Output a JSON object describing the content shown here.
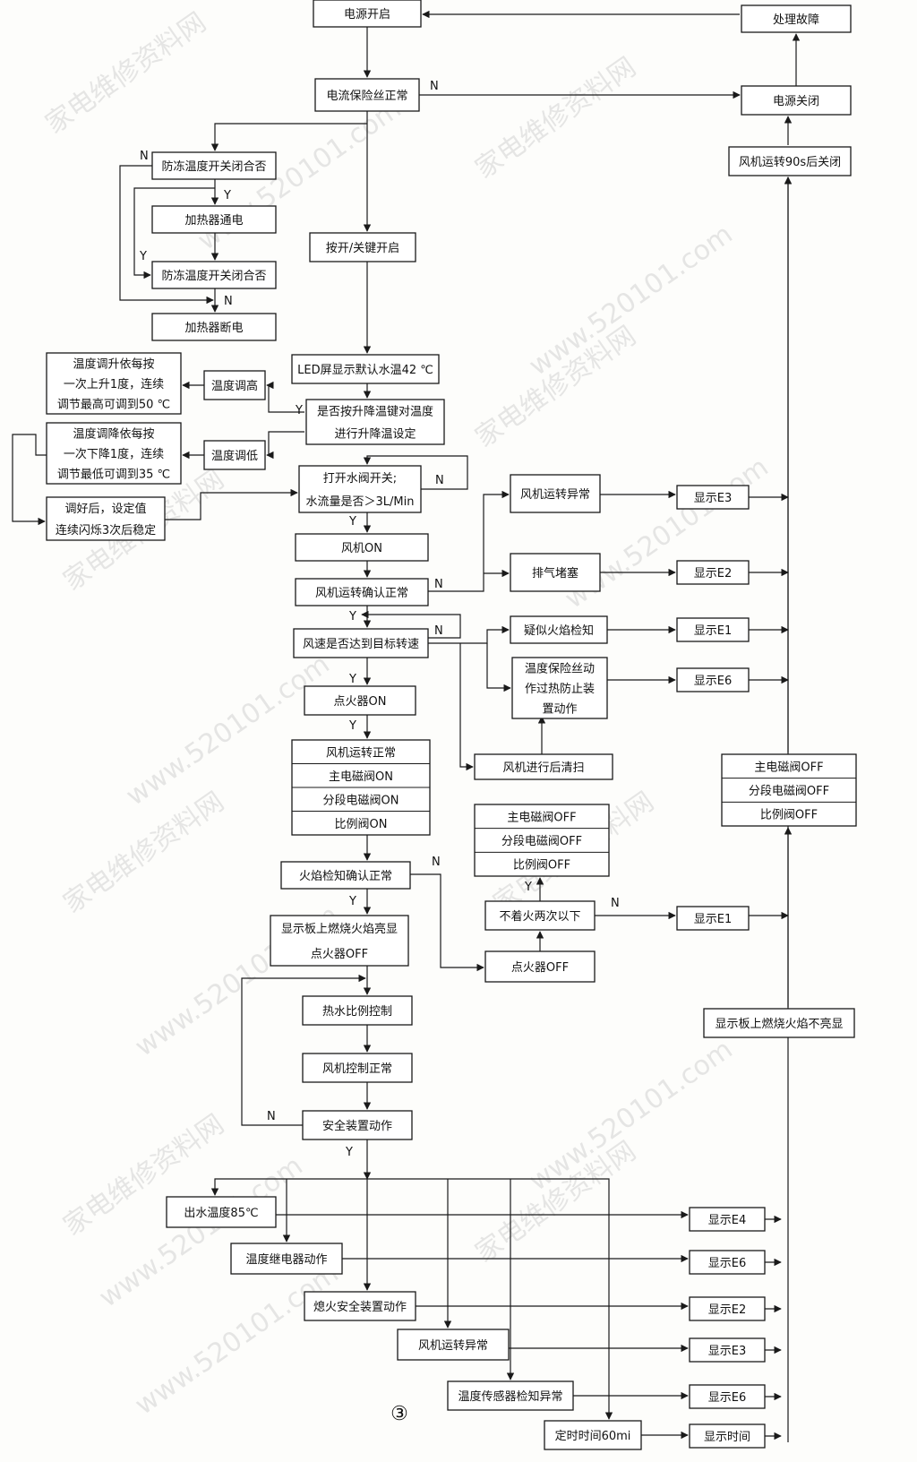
{
  "page_number": "③",
  "watermarks": [
    "家电维修资料网",
    "www.520101.com"
  ],
  "nodes": {
    "power_on": "电源开启",
    "fault": "处理故障",
    "fuse_ok": "电流保险丝正常",
    "power_off": "电源关闭",
    "fan_90s": "风机运转90s后关闭",
    "antifreeze1": "防冻温度开关闭合否",
    "heater_on": "加热器通电",
    "antifreeze2": "防冻温度开关闭合否",
    "heater_off": "加热器断电",
    "key_on": "按开/关键开启",
    "led_default": "LED屏显示默认水温42 ℃",
    "temp_up_note": [
      "温度调升依每按",
      "一次上升1度，连续",
      "调节最高可调到50 ℃"
    ],
    "temp_up": "温度调高",
    "set_temp": [
      "是否按升降温键对温度",
      "进行升降温设定"
    ],
    "temp_down_note": [
      "温度调降依每按",
      "一次下降1度，连续",
      "调节最低可调到35 ℃"
    ],
    "temp_down": "温度调低",
    "confirm_blink": [
      "调好后，设定值",
      "连续闪烁3次后稳定"
    ],
    "water_valve": [
      "打开水阀开关;",
      "水流量是否＞3L/Min"
    ],
    "fan_abnormal1": "风机运转异常",
    "show_e3_a": "显示E3",
    "fan_on": "风机ON",
    "exhaust_block": "排气堵塞",
    "show_e2_a": "显示E2",
    "fan_run_ok": "风机运转确认正常",
    "flame_false": "疑似火焰检知",
    "show_e1_a": "显示E1",
    "wind_speed": "风速是否达到目标转速",
    "fuse_action": [
      "温度保险丝动",
      "作过热防止装",
      "置动作"
    ],
    "show_e6_a": "显示E6",
    "igniter_on": "点火器ON",
    "post_purge": "风机进行后清扫",
    "valves_on": [
      "风机运转正常",
      "主电磁阀ON",
      "分段电磁阀ON",
      "比例阀ON"
    ],
    "valves_off_r": [
      "主电磁阀OFF",
      "分段电磁阀OFF",
      "比例阀OFF"
    ],
    "valves_off_m": [
      "主电磁阀OFF",
      "分段电磁阀OFF",
      "比例阀OFF"
    ],
    "flame_ok": "火焰检知确认正常",
    "retry": "不着火两次以下",
    "show_e1_b": "显示E1",
    "flame_lit": [
      "显示板上燃烧火焰亮显",
      "点火器OFF"
    ],
    "igniter_off": "点火器OFF",
    "ratio_ctrl": "热水比例控制",
    "flame_not_lit": "显示板上燃烧火焰不亮显",
    "fan_ctrl_ok": "风机控制正常",
    "safety": "安全装置动作",
    "out_temp": "出水温度85℃",
    "show_e4": "显示E4",
    "temp_relay": "温度继电器动作",
    "show_e6_b": "显示E6",
    "flameout": "熄火安全装置动作",
    "show_e2_b": "显示E2",
    "fan_abnormal2": "风机运转异常",
    "show_e3_b": "显示E3",
    "sensor_abnormal": "温度传感器检知异常",
    "show_e5": "显示E6",
    "timer": "定时时间60mi",
    "show_timer": "显示时间"
  },
  "edge_labels": {
    "yes": "Y",
    "no": "N"
  }
}
